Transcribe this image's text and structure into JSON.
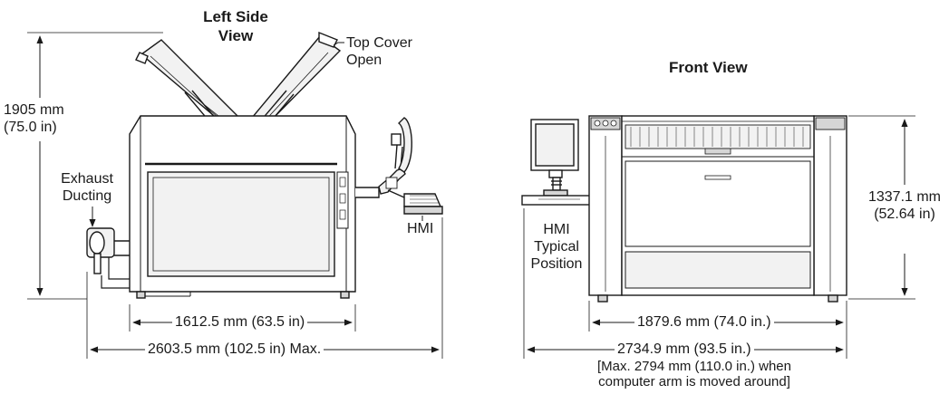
{
  "left_view": {
    "title_line1": "Left Side",
    "title_line2": "View",
    "top_cover_line1": "Top Cover",
    "top_cover_line2": "Open",
    "height_mm": "1905 mm",
    "height_in": "(75.0 in)",
    "exhaust_line1": "Exhaust",
    "exhaust_line2": "Ducting",
    "hmi": "HMI",
    "depth_label": "1612.5 mm (63.5 in)",
    "overall_label": "2603.5 mm (102.5 in) Max."
  },
  "front_view": {
    "title": "Front View",
    "height_mm": "1337.1 mm",
    "height_in": "(52.64 in)",
    "hmi_line1": "HMI",
    "hmi_line2": "Typical",
    "hmi_line3": "Position",
    "width_label": "1879.6 mm (74.0 in.)",
    "overall_label": "2734.9 mm (93.5 in.)",
    "note_line1": "[Max. 2794 mm (110.0 in.) when",
    "note_line2": "computer arm is moved around]"
  },
  "colors": {
    "line": "#1a1a1a",
    "fill_light": "#f2f2f2",
    "fill_mid": "#d6d6d6"
  }
}
